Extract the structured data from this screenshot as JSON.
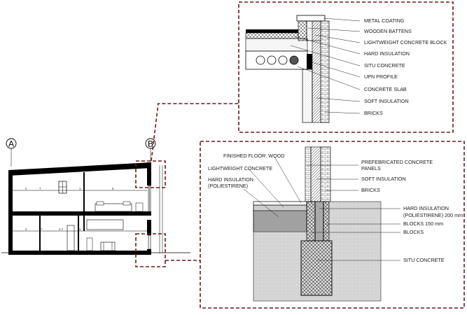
{
  "grid": {
    "left": "A",
    "right": "B"
  },
  "section": {
    "dims": [
      "2",
      "7",
      "1",
      "6",
      "2",
      "7",
      "1",
      "2.7"
    ]
  },
  "detail_top": {
    "labels": [
      "METAL COATING",
      "WOODEN BATTENS",
      "LIGHTWEIGHT CONCRETE BLOCK",
      "HARD INSULATION",
      "SITU CONCRETE",
      "UPN PROFILE",
      "CONCRETE SLAB",
      "SOFT INSULATION",
      "BRICKS"
    ]
  },
  "detail_bottom": {
    "left_labels": [
      "FINISHED FLOOR: WOOD",
      "LIGHTWEIGHT CONCRETE",
      "HARD INSULATION",
      "(POLIESTIRENE)"
    ],
    "right_labels": [
      "PREFEBRICATED CONCRETE",
      "PANELS",
      "SOFT INSULATION",
      "BRICKS",
      "HARD INSULATION",
      "(POLIESTIRENE) 200 mm",
      "BLOCKS 150 mm",
      "BLOCKS",
      "SITU CONCRETE"
    ]
  },
  "colors": {
    "callout": "#6b1a1a",
    "line": "#000000"
  }
}
